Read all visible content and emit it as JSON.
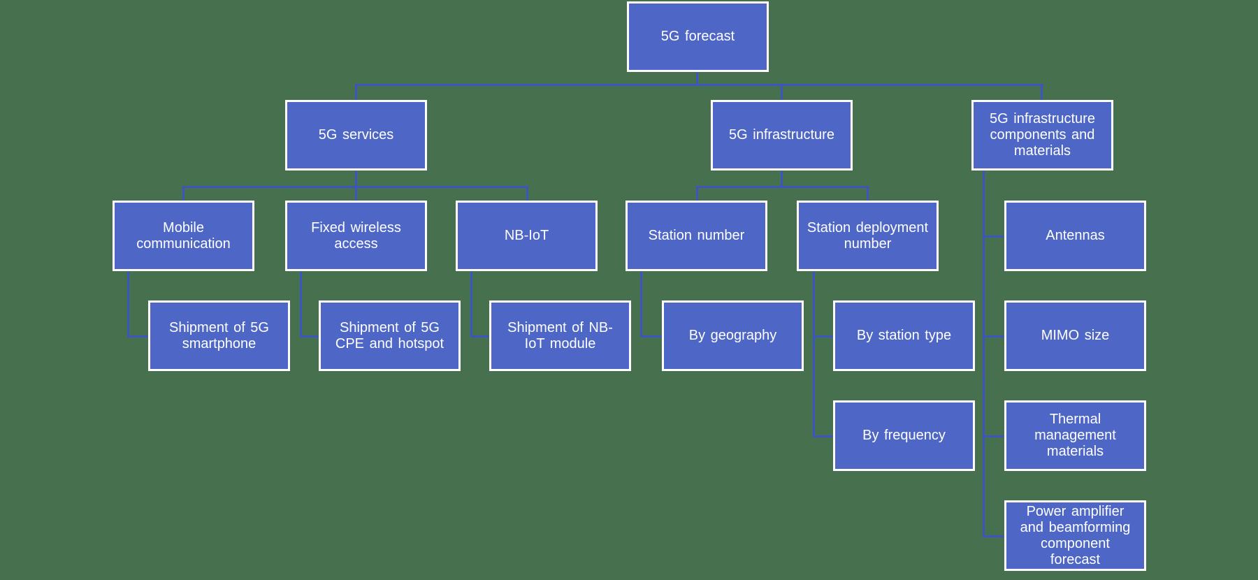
{
  "diagram_title": "5G forecast",
  "colors": {
    "background": "#47704E",
    "box_fill": "#4E67C6",
    "box_border": "#FFFFFF",
    "connector": "#3C55BF",
    "text": "#FFFFFF"
  },
  "nodes": {
    "forecast": "5G forecast",
    "services": "5G services",
    "infrastructure": "5G infrastructure",
    "components": "5G infrastructure\ncomponents and\nmaterials",
    "mobile": "Mobile\ncommunication",
    "fixed_wireless": "Fixed wireless\naccess",
    "nb_iot": "NB-IoT",
    "ship_smartphone": "Shipment of 5G\nsmartphone",
    "ship_cpe": "Shipment of 5G\nCPE and hotspot",
    "ship_nbiot_module": "Shipment of NB-\nIoT module",
    "station_number": "Station number",
    "station_deployment": "Station deployment\nnumber",
    "by_geography": "By geography",
    "by_station_type": "By station type",
    "by_frequency": "By frequency",
    "antennas": "Antennas",
    "mimo_size": "MIMO size",
    "thermal": "Thermal\nmanagement\nmaterials",
    "power_amp": "Power amplifier\nand beamforming\ncomponent\nforecast"
  },
  "hierarchy": {
    "5G forecast": [
      "5G services",
      "5G infrastructure",
      "5G infrastructure components and materials"
    ],
    "5G services": [
      "Mobile communication",
      "Fixed wireless access",
      "NB-IoT"
    ],
    "Mobile communication": [
      "Shipment of 5G smartphone"
    ],
    "Fixed wireless access": [
      "Shipment of 5G CPE and hotspot"
    ],
    "NB-IoT": [
      "Shipment of NB-IoT module"
    ],
    "5G infrastructure": [
      "Station number",
      "Station deployment number"
    ],
    "Station number": [
      "By geography"
    ],
    "Station deployment number": [
      "By station type",
      "By frequency"
    ],
    "5G infrastructure components and materials": [
      "Antennas",
      "MIMO size",
      "Thermal management materials",
      "Power amplifier and beamforming component forecast"
    ]
  }
}
